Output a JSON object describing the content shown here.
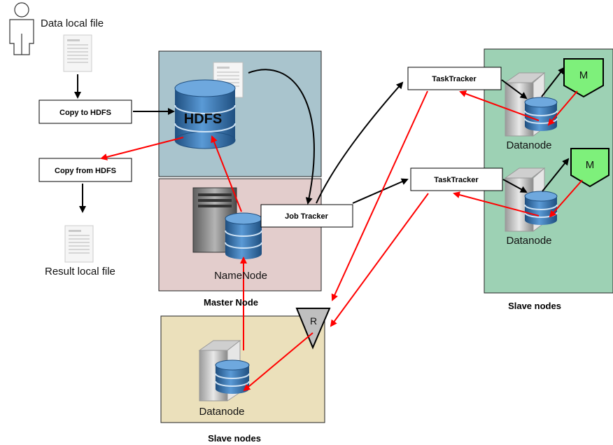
{
  "labels": {
    "data_local_file": "Data local file",
    "copy_to_hdfs": "Copy to HDFS",
    "copy_from_hdfs": "Copy from HDFS",
    "result_local_file": "Result local file",
    "hdfs": "HDFS",
    "namenode": "NameNode",
    "master_node": "Master Node",
    "job_tracker": "Job Tracker",
    "tasktracker_1": "TaskTracker",
    "tasktracker_2": "TaskTracker",
    "datanode_1": "Datanode",
    "datanode_2": "Datanode",
    "datanode_3": "Datanode",
    "map_1": "M",
    "map_2": "M",
    "reduce": "R",
    "slave_nodes_right": "Slave nodes",
    "slave_nodes_bottom": "Slave nodes"
  },
  "colors": {
    "hdfs_panel": "#a9c4cd",
    "master_panel": "#e3cdcc",
    "slave_right_panel": "#9dd1b4",
    "slave_bottom_panel": "#ebe0bb",
    "map_fill": "#7ef07b",
    "reduce_fill": "#bfbfbf",
    "data_flow": "#ff0000",
    "control_flow": "#000000",
    "database": "#3d78b5"
  }
}
